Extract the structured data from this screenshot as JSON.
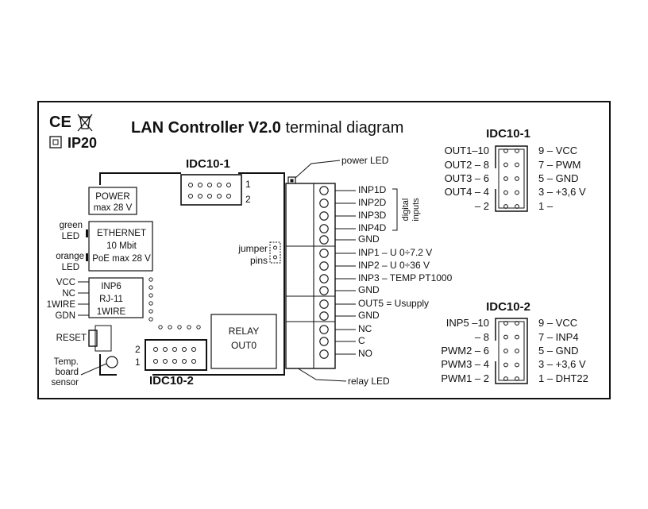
{
  "header": {
    "ce_mark": "CE",
    "ip_rating": "IP20",
    "title_bold": "LAN Controller V2.0",
    "title_rest": " terminal diagram"
  },
  "board": {
    "idc_top_label": "IDC10-1",
    "idc_top_pin1": "1",
    "idc_top_pin2": "2",
    "idc_bottom_label": "IDC10-2",
    "idc_bottom_pin2": "2",
    "idc_bottom_pin1": "1",
    "power_box": [
      "POWER",
      "max 28 V"
    ],
    "ethernet_box": [
      "ETHERNET",
      "10 Mbit",
      "PoE max 28 V"
    ],
    "green_led": [
      "green",
      "LED"
    ],
    "orange_led": [
      "orange",
      "LED"
    ],
    "inp6_box": [
      "INP6",
      "RJ-11",
      "1WIRE"
    ],
    "inp6_pins": [
      "VCC",
      "NC",
      "1WIRE",
      "GDN"
    ],
    "reset_label": "RESET",
    "temp_sensor": [
      "Temp.",
      "board",
      "sensor"
    ],
    "relay_box": [
      "RELAY",
      "OUT0"
    ],
    "jumper": [
      "jumper",
      "pins"
    ],
    "power_led": "power LED",
    "relay_led": "relay LED"
  },
  "terminals": {
    "group1": [
      "INP1D",
      "INP2D",
      "INP3D",
      "INP4D",
      "GND"
    ],
    "digital_inputs": [
      "digital",
      "inputs"
    ],
    "group2": [
      "INP1 – U 0÷7.2 V",
      "INP2 – U 0÷36 V",
      "INP3 – TEMP PT1000",
      "GND"
    ],
    "group3": [
      "OUT5 = Usupply",
      "GND"
    ],
    "group4": [
      "NC",
      "C",
      "NO"
    ]
  },
  "idc10_1": {
    "title": "IDC10-1",
    "left": [
      "OUT1–10",
      "OUT2 – 8",
      "OUT3 – 6",
      "OUT4 – 4",
      "– 2"
    ],
    "right": [
      "9 – VCC",
      "7 – PWM",
      "5 – GND",
      "3 – +3,6 V",
      "1 –"
    ]
  },
  "idc10_2": {
    "title": "IDC10-2",
    "left": [
      "INP5 –10",
      "– 8",
      "PWM2 – 6",
      "PWM3 – 4",
      "PWM1 – 2"
    ],
    "right": [
      "9 – VCC",
      "7 – INP4",
      "5 – GND",
      "3 – +3,6 V",
      "1 – DHT22"
    ]
  }
}
